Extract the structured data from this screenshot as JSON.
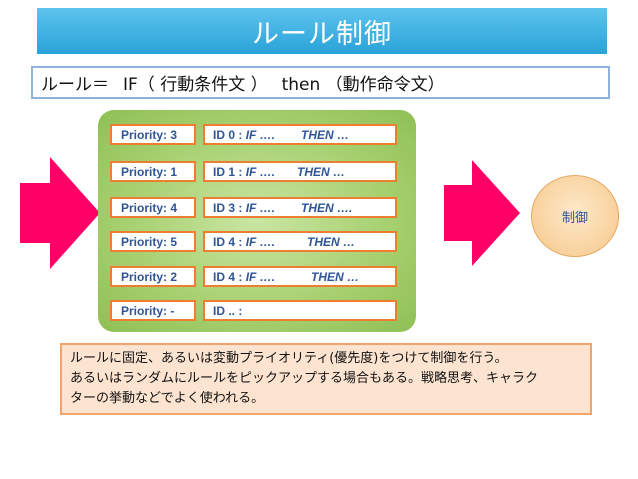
{
  "title": "ルール制御",
  "rule_format": {
    "part1": "ルール＝",
    "part2": "IF（ 行動条件文 ）",
    "part3": "then （動作命令文）"
  },
  "rules": [
    {
      "priority": "Priority: 3",
      "id": "ID 0 :",
      "if": "IF ….",
      "then": "THEN …"
    },
    {
      "priority": "Priority: 1",
      "id": "ID 1 :",
      "if": "IF ….",
      "then": "THEN …"
    },
    {
      "priority": "Priority: 4",
      "id": "ID 3 :",
      "if": "IF ….",
      "then": "THEN …."
    },
    {
      "priority": "Priority: 5",
      "id": "ID 4 :",
      "if": "IF ….",
      "then": "THEN …"
    },
    {
      "priority": "Priority: 2",
      "id": "ID 4 :",
      "if": "IF ….",
      "then": "THEN …"
    },
    {
      "priority": "Priority: -",
      "id": "ID .. :",
      "if": "",
      "then": ""
    }
  ],
  "output_label": "制御",
  "note": {
    "line1": "ルールに固定、あるいは変動プライオリティ(優先度)をつけて制御を行う。",
    "line2": "あるいはランダムにルールをピックアップする場合もある。戦略思考、キャラク",
    "line3": "ターの挙動などでよく使われる。"
  },
  "colors": {
    "title_bg": "#2aa2d8",
    "panel_green": "#a6cf6e",
    "box_border": "#ed7d31",
    "arrow_pink": "#ff0066",
    "note_bg": "#fce4d0"
  }
}
